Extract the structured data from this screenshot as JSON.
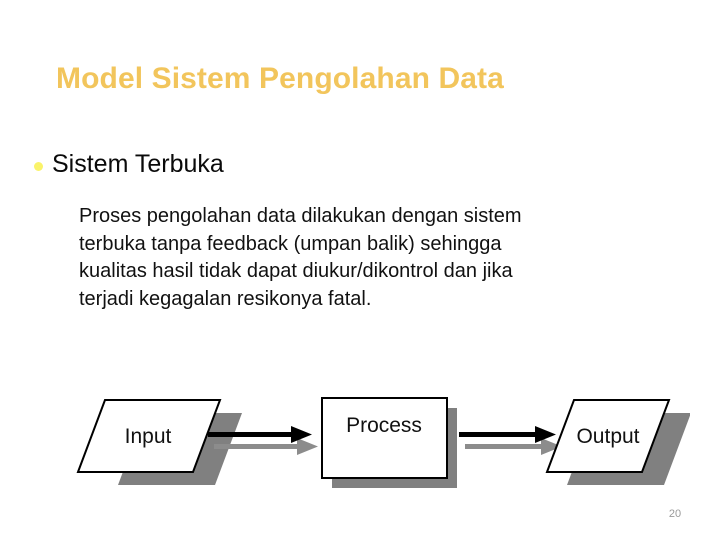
{
  "slide": {
    "title": "Model Sistem Pengolahan Data",
    "title_color": "#F2C55C",
    "background_color": "#FFFFFF",
    "page_number": "20"
  },
  "bullet": {
    "marker_icon": "bullet-dot-icon",
    "marker_color": "#FAF36A",
    "label": "Sistem Terbuka"
  },
  "body": {
    "lines": [
      "Proses pengolahan data dilakukan dengan sistem",
      "terbuka tanpa feedback (umpan balik) sehingga",
      "kualitas hasil tidak dapat diukur/dikontrol dan jika",
      "terjadi kegagalan resikonya fatal."
    ]
  },
  "diagram": {
    "type": "flowchart",
    "shadow_color": "#808080",
    "stroke_color": "#000000",
    "fill_color": "#FFFFFF",
    "nodes": [
      {
        "id": "input",
        "label": "Input",
        "shape": "parallelogram"
      },
      {
        "id": "process",
        "label": "Process",
        "shape": "rectangle"
      },
      {
        "id": "output",
        "label": "Output",
        "shape": "parallelogram"
      }
    ],
    "connectors": [
      {
        "id": "input-to-process",
        "from": "input",
        "to": "process",
        "icon": "arrow-right-icon"
      },
      {
        "id": "process-to-output",
        "from": "process",
        "to": "output",
        "icon": "arrow-right-icon"
      }
    ]
  }
}
